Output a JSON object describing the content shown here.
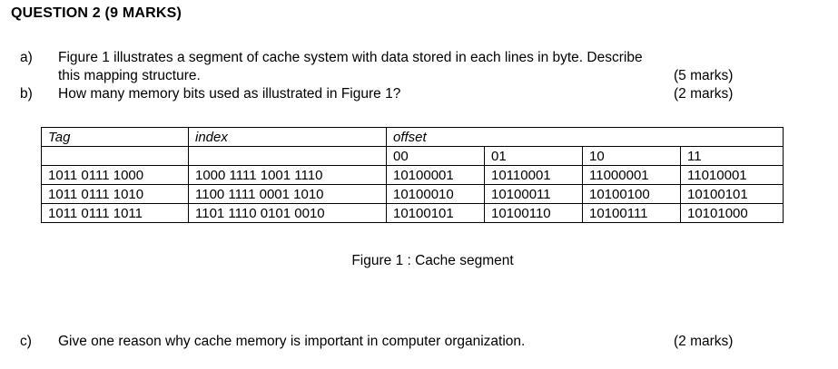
{
  "heading": "QUESTION 2 (9 MARKS)",
  "items": [
    {
      "marker": "a)",
      "line1": "Figure 1 illustrates a segment of cache system with data stored in each lines in byte. Describe",
      "line2": "this mapping structure.",
      "marks": "(5 marks)"
    },
    {
      "marker": "b)",
      "line1": "How many memory bits used as illustrated in  Figure 1?",
      "line2": "",
      "marks": "(2 marks)"
    },
    {
      "marker": "c)",
      "line1": "Give one reason why cache memory is important in computer organization.",
      "line2": "",
      "marks": "(2 marks)"
    }
  ],
  "table": {
    "group_headers": {
      "tag": "Tag",
      "index": "index",
      "offset": "offset"
    },
    "offset_subheaders": [
      "00",
      "01",
      "10",
      "11"
    ],
    "rows": [
      {
        "tag": "1011 0111 1000",
        "index": "1000 1111 1001 1110",
        "offsets": [
          "10100001",
          "10110001",
          "11000001",
          "11010001"
        ]
      },
      {
        "tag": "1011 0111 1010",
        "index": "1100 1111 0001 1010",
        "offsets": [
          "10100010",
          "10100011",
          "10100100",
          "10100101"
        ]
      },
      {
        "tag": "1011 0111 1011",
        "index": "1101 1110 0101 0010",
        "offsets": [
          "10100101",
          "10100110",
          "10100111",
          "10101000"
        ]
      }
    ]
  },
  "figure_caption": "Figure 1 : Cache segment"
}
